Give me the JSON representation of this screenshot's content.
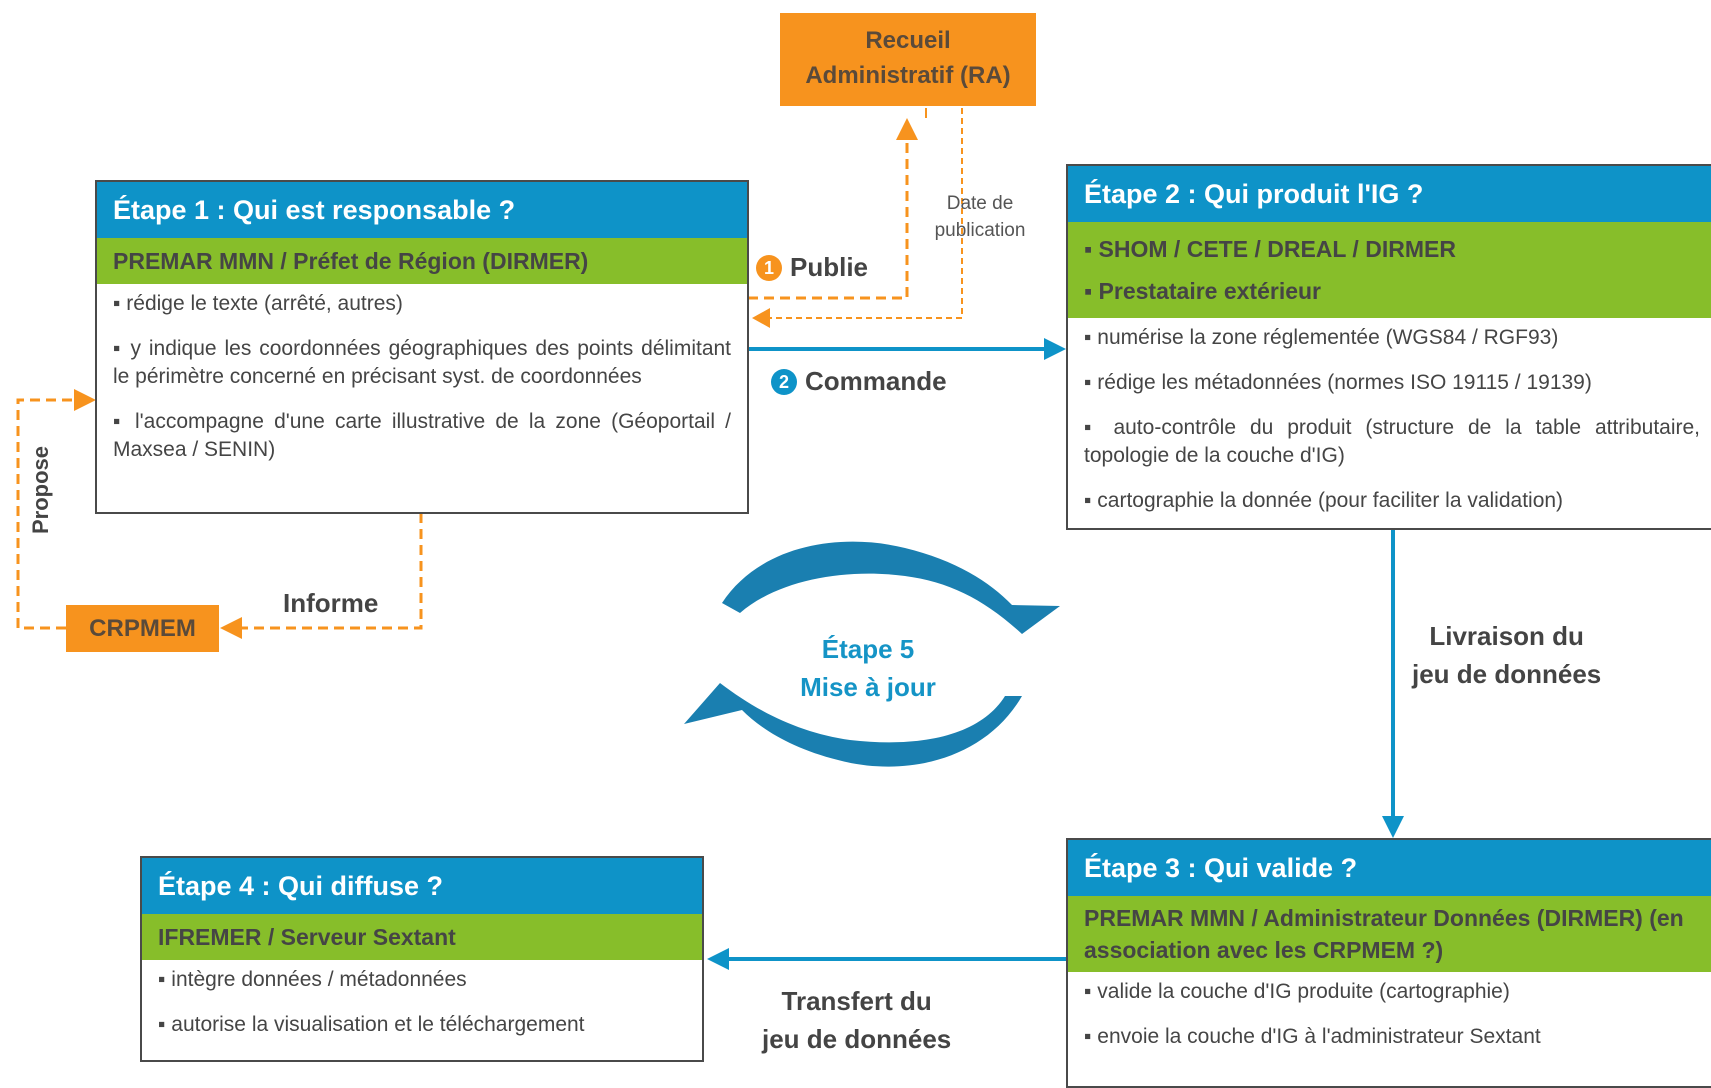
{
  "ra_box": {
    "line1": "Recueil",
    "line2": "Administratif (RA)"
  },
  "crpmem_box": {
    "label": "CRPMEM"
  },
  "labels": {
    "publie": "Publie",
    "publie_num": "1",
    "commande": "Commande",
    "commande_num": "2",
    "date_line1": "Date de",
    "date_line2": "publication",
    "informe": "Informe",
    "propose": "Propose",
    "livraison_line1": "Livraison du",
    "livraison_line2": "jeu de données",
    "transfert_line1": "Transfert du",
    "transfert_line2": "jeu de données",
    "etape5_line1": "Étape 5",
    "etape5_line2": "Mise à jour"
  },
  "step1": {
    "title": "Étape 1 : Qui est responsable ?",
    "actor": "PREMAR MMN / Préfet de Région (DIRMER)",
    "items": [
      "rédige le texte (arrêté, autres)",
      "y indique les coordonnées géographiques des points délimitant le périmètre concerné en précisant syst. de coordonnées",
      "l'accompagne d'une carte illustrative de la zone (Géoportail / Maxsea / SENIN)"
    ]
  },
  "step2": {
    "title": "Étape 2 : Qui produit l'IG ?",
    "actors": [
      "SHOM / CETE / DREAL / DIRMER",
      "Prestataire extérieur"
    ],
    "items": [
      "numérise la zone réglementée (WGS84 / RGF93)",
      "rédige les métadonnées (normes ISO 19115 / 19139)",
      "auto-contrôle du produit (structure de la table attributaire, topologie de la couche d'IG)",
      "cartographie la donnée (pour faciliter la validation)"
    ]
  },
  "step3": {
    "title": "Étape 3 : Qui valide ?",
    "actor": "PREMAR MMN / Administrateur Données (DIRMER) (en association avec les CRPMEM ?)",
    "items": [
      "valide la couche d'IG produite (cartographie)",
      "envoie la couche d'IG à l'administrateur Sextant"
    ]
  },
  "step4": {
    "title": "Étape 4 : Qui diffuse ?",
    "actor": "IFREMER / Serveur Sextant",
    "items": [
      "intègre données / métadonnées",
      "autorise la visualisation et le téléchargement"
    ]
  },
  "colors": {
    "blue": "#0e93c8",
    "green": "#87be2a",
    "orange": "#f7931e",
    "cycle": "#1a7fb0"
  }
}
